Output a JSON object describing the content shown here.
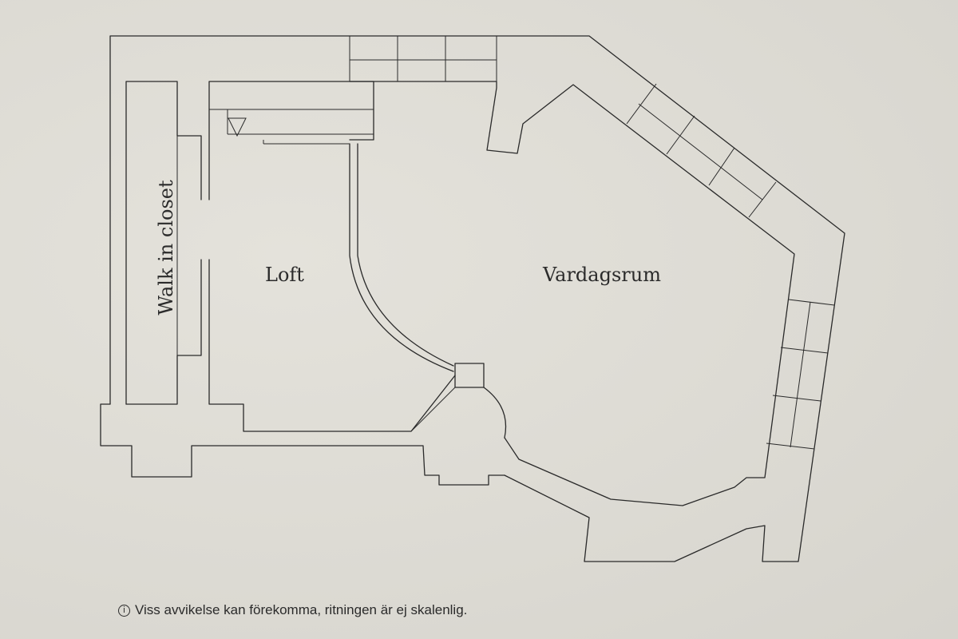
{
  "rooms": {
    "loft": "Loft",
    "living_room": "Vardagsrum",
    "walk_in_closet": "Walk in closet"
  },
  "footer": {
    "info_icon": "i",
    "disclaimer": "Viss avvikelse kan förekomma, ritningen är ej skalenlig."
  },
  "colors": {
    "paper": "#dedcd5",
    "ink": "#2a2a2a"
  }
}
